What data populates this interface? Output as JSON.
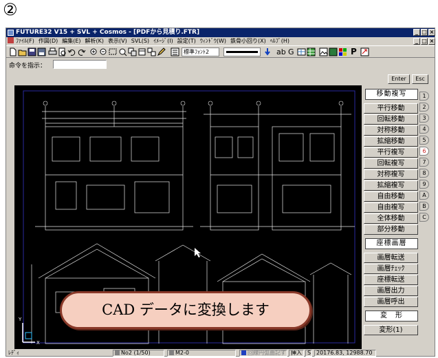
{
  "step_number": "②",
  "window": {
    "title": "FUTURE32 V15 + SVL + Cosmos - [PDFから見積り.FTR]",
    "title_buttons": [
      "_",
      "□",
      "×"
    ]
  },
  "menu": [
    "ﾌｧｲﾙ(F)",
    "作図(D)",
    "編集(E)",
    "解析(K)",
    "表示(V)",
    "SVL(S)",
    "ｲﾒｰｼﾞ(I)",
    "設定(T)",
    "ｳｨﾝﾄﾞｳ(W)",
    "鉄骨小回り(X)",
    "ﾍﾙﾌﾟ(H)"
  ],
  "toolbar": {
    "font_select": "標準ﾌｫﾝﾄ2",
    "text_icons": [
      "ab",
      "G",
      "P"
    ]
  },
  "command": {
    "label": "命令を指示：",
    "value": ""
  },
  "buttons": {
    "enter": "Enter",
    "esc": "Esc"
  },
  "panel": {
    "header1": "移動複写",
    "group1": [
      "平行移動",
      "回転移動",
      "対称移動",
      "拡縮移動",
      "平行複写",
      "回転複写",
      "対称複写",
      "拡縮複写",
      "自由移動",
      "自由複写",
      "全体移動",
      "部分移動"
    ],
    "tabs": [
      "1",
      "2",
      "3",
      "4",
      "5",
      "6",
      "7",
      "8",
      "9",
      "A",
      "B",
      "C"
    ],
    "active_tab_color": "#cc2222",
    "header2": "座標画層",
    "group2": [
      "画層転送",
      "画層ﾁｪｯｸ",
      "座標転送",
      "画層出力",
      "画層呼出"
    ],
    "header3": "変　形",
    "group3": [
      "変形(1)"
    ]
  },
  "status": {
    "mode": "ﾚﾃﾞｨ",
    "sheet": "No2 (1/50)",
    "layer": "M2-0",
    "snap": "回線円弧曲記ずまE",
    "insert": "挿入",
    "s": "S",
    "coords": "20176.83, 12988.70"
  },
  "callout": "CAD データに変換します",
  "colors": {
    "titlebar": "#0a246a",
    "canvas": "#000000",
    "callout_fill": "#f6cfc0",
    "callout_border": "#8a3a2a"
  }
}
